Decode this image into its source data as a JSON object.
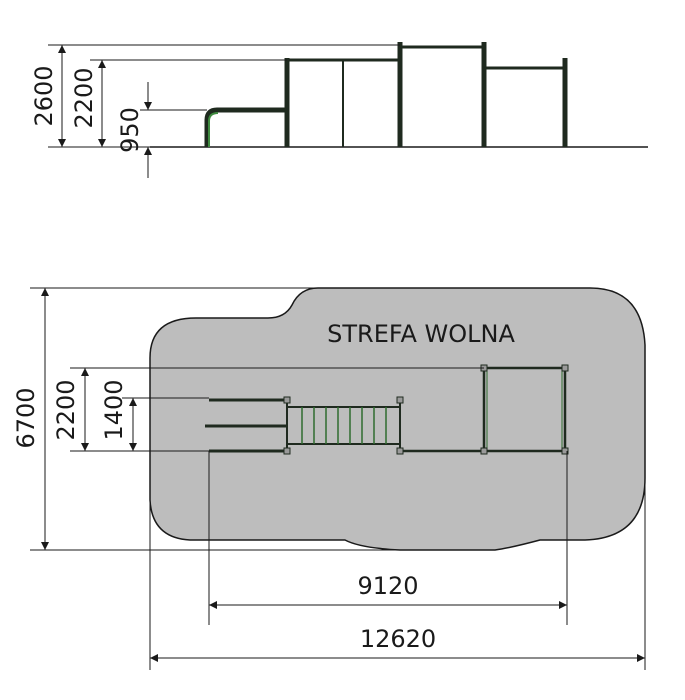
{
  "elevation": {
    "dim_h_total": "2600",
    "dim_h_mid": "2200",
    "dim_h_low": "950"
  },
  "plan": {
    "zone_label": "STREFA WOLNA",
    "dim_total_depth": "6700",
    "dim_inner_depth": "2200",
    "dim_small_depth": "1400",
    "dim_equipment_length": "9120",
    "dim_total_length": "12620"
  },
  "colors": {
    "zone_fill": "#bdbdbd",
    "equipment_stroke": "#1f2a1f",
    "equipment_accent": "#2f6b2f"
  }
}
